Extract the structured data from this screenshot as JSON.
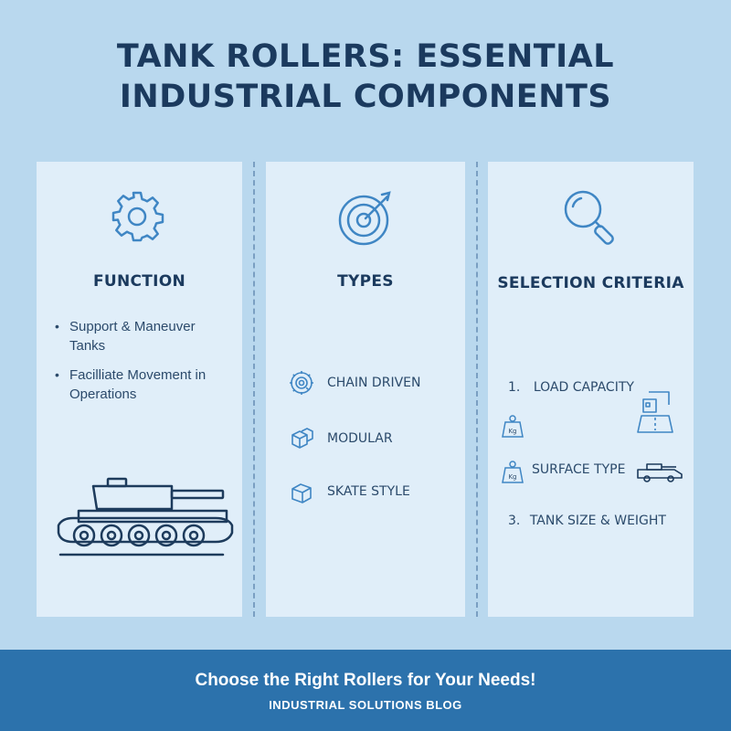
{
  "title": {
    "line1": "TANK ROLLERS: ESSENTIAL",
    "line2": "INDUSTRIAL COMPONENTS"
  },
  "panels": {
    "function": {
      "icon": "gear-icon",
      "heading": "FUNCTION",
      "bullets": [
        "Support & Maneuver Tanks",
        "Facilliate Movement in Operations"
      ],
      "illustration": "tank-icon"
    },
    "types": {
      "icon": "target-icon",
      "heading": "TYPES",
      "items": [
        {
          "label": "CHAIN DRIVEN",
          "icon": "gear-icon"
        },
        {
          "label": "MODULAR",
          "icon": "cube-icon"
        },
        {
          "label": "SKATE STYLE",
          "icon": "cube-icon"
        }
      ]
    },
    "selection": {
      "icon": "magnifier-icon",
      "heading": "SELECTION CRITERIA",
      "criteria": [
        {
          "number": "1.",
          "label": "LOAD CAPACITY"
        },
        {
          "number": "",
          "label": "SURFACE TYPE"
        },
        {
          "number": "3.",
          "label": "TANK SIZE & WEIGHT"
        }
      ],
      "weight_label": "Kg"
    }
  },
  "footer": {
    "tagline": "Choose the Right Rollers for Your Needs!",
    "source": "INDUSTRIAL SOLUTIONS BLOG"
  },
  "colors": {
    "background": "#b9d8ee",
    "panel": "#e0eef9",
    "accent": "#2c72ac",
    "title": "#1b3a5e"
  }
}
